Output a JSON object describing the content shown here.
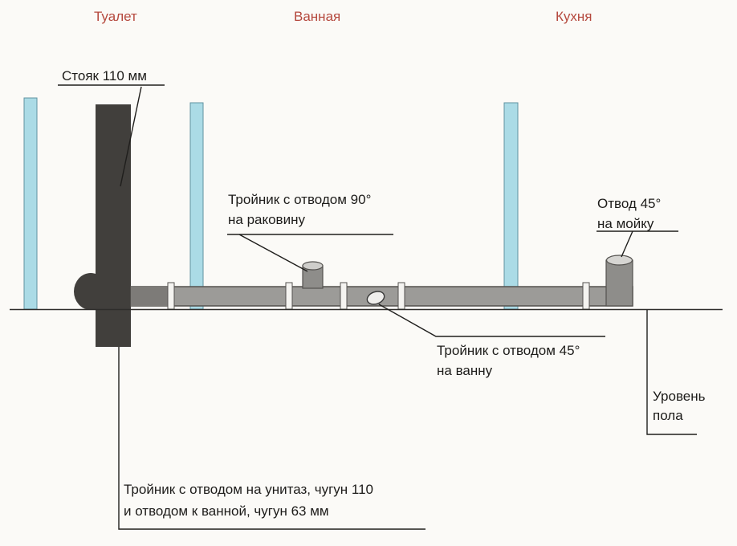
{
  "rooms": {
    "toilet": "Туалет",
    "bathroom": "Ванная",
    "kitchen": "Кухня"
  },
  "callouts": {
    "riser": "Стояк 110 мм",
    "tee_sink_90": "Тройник с отводом 90°\nна раковину",
    "bend_45": "Отвод 45°\nна мойку",
    "tee_bath_45": "Тройник с отводом 45°\nна ванну",
    "floor_level": "Уровень\nпола",
    "tee_toilet": "Тройник с отводом на унитаз, чугун 110\nи отводом к ванной, чугун 63 мм"
  },
  "colors": {
    "room_label": "#b5493e",
    "riser_pipe": "#413f3c",
    "horizontal_pipe": "#9c9b98",
    "wall": "#abdbe6",
    "line": "#1f1e1c"
  }
}
